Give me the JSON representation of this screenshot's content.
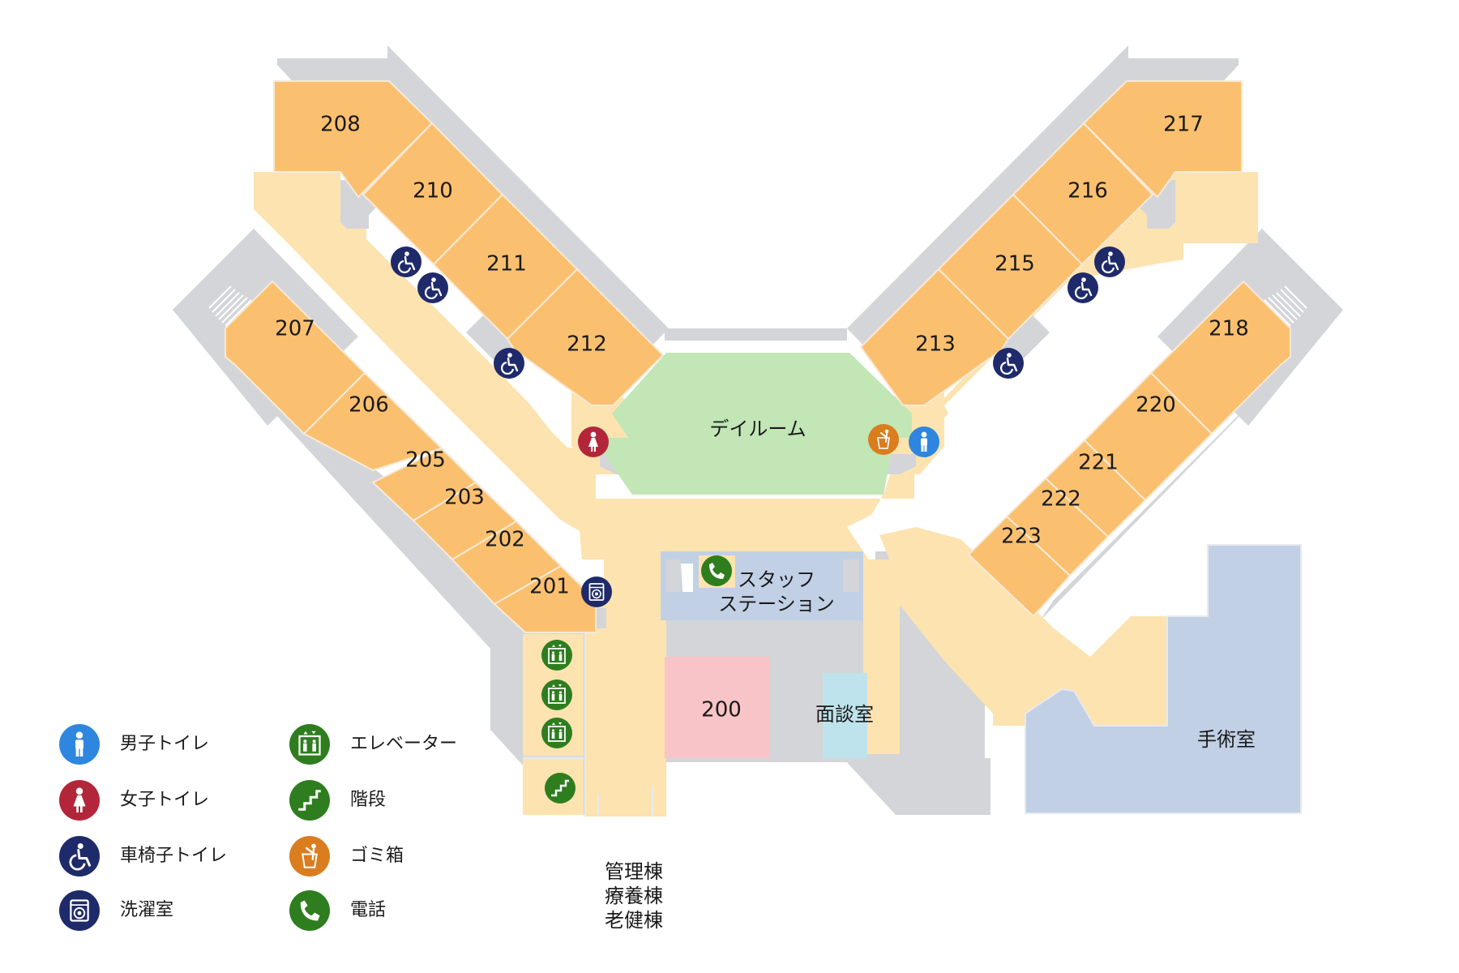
{
  "rooms": [
    "208",
    "210",
    "211",
    "212",
    "207",
    "206",
    "205",
    "203",
    "202",
    "201",
    "217",
    "216",
    "215",
    "213",
    "218",
    "220",
    "221",
    "222",
    "223",
    "200"
  ],
  "areas": {
    "day_room": "デイルーム",
    "staff_station_1": "スタッフ",
    "staff_station_2": "ステーション",
    "interview_room": "面談室",
    "operating_room": "手術室",
    "exit_1": "管理棟",
    "exit_2": "療養棟",
    "exit_3": "老健棟"
  },
  "legend": [
    {
      "icon": "male-toilet-icon",
      "label": "男子トイレ",
      "color": "#2e86de"
    },
    {
      "icon": "female-toilet-icon",
      "label": "女子トイレ",
      "color": "#b3263a"
    },
    {
      "icon": "wheelchair-toilet-icon",
      "label": "車椅子トイレ",
      "color": "#1f2a6b"
    },
    {
      "icon": "laundry-icon",
      "label": "洗濯室",
      "color": "#1f2a6b"
    },
    {
      "icon": "elevator-icon",
      "label": "エレベーター",
      "color": "#2e7d1f"
    },
    {
      "icon": "stairs-icon",
      "label": "階段",
      "color": "#2e7d1f"
    },
    {
      "icon": "trash-icon",
      "label": "ゴミ箱",
      "color": "#d97d1f"
    },
    {
      "icon": "phone-icon",
      "label": "電話",
      "color": "#2e7d1f"
    }
  ],
  "colors": {
    "room": "#fbc06f",
    "corridor": "#fce3b0",
    "wall": "#d3d5d9",
    "day_room": "#c2e6b6",
    "staff": "#c1d0e5",
    "operating": "#c1d0e5",
    "room_200": "#f8c4c7",
    "interview": "#bfe3ec"
  }
}
